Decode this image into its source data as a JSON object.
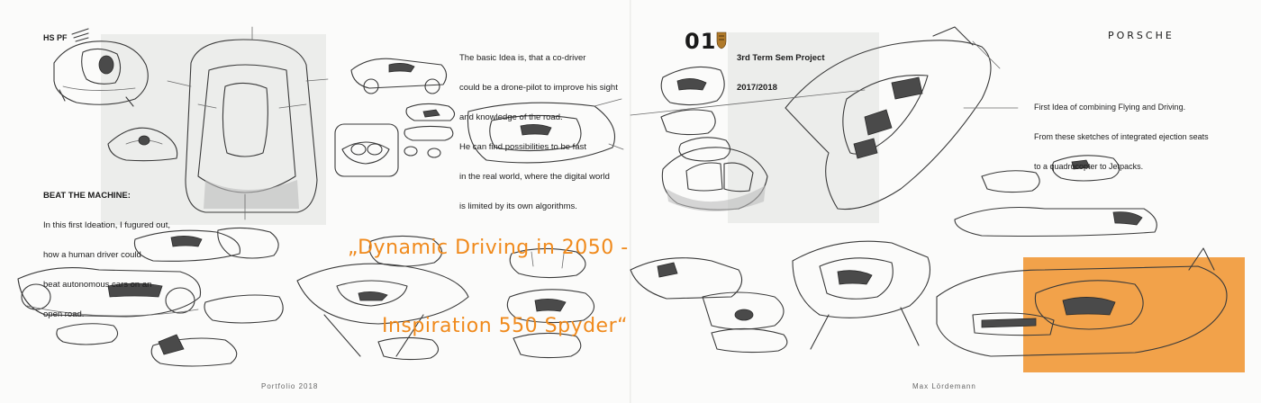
{
  "left_page": {
    "tag": "HS PF",
    "intro": [
      "The basic Idea is, that a co-driver",
      "could be a drone-pilot to improve his sight",
      "and knowledge of the road.",
      "He can find possibilities to be fast",
      "in the real world, where the digital world",
      "is limited by its own algorithms."
    ],
    "beat_title": "BEAT THE MACHINE:",
    "beat_text": [
      "In this first Ideation, I fugured out,",
      "how a human driver could",
      "beat autonomous cars on an",
      "open road."
    ],
    "tagline": [
      "„Dynamic Driving in 2050 -",
      "Inspiration 550 Spyder“"
    ],
    "footer": "Portfolio 2018"
  },
  "right_page": {
    "project_number": "01",
    "project_title": "3rd Term Sem Project",
    "project_years": "2017/2018",
    "brand": "PORSCHE",
    "idea": [
      "First Idea of combining Flying and Driving.",
      "From these sketches of integrated ejection seats",
      "to a quadrocopter to Jetpacks."
    ],
    "footer": "Max Lördemann"
  },
  "colors": {
    "accent": "#f08a1c",
    "orange_block": "#f2a24a",
    "panel": "#ecedeb"
  },
  "icons": {
    "crest": "porsche-crest-icon",
    "hs_mark": "hs-logo-icon"
  }
}
